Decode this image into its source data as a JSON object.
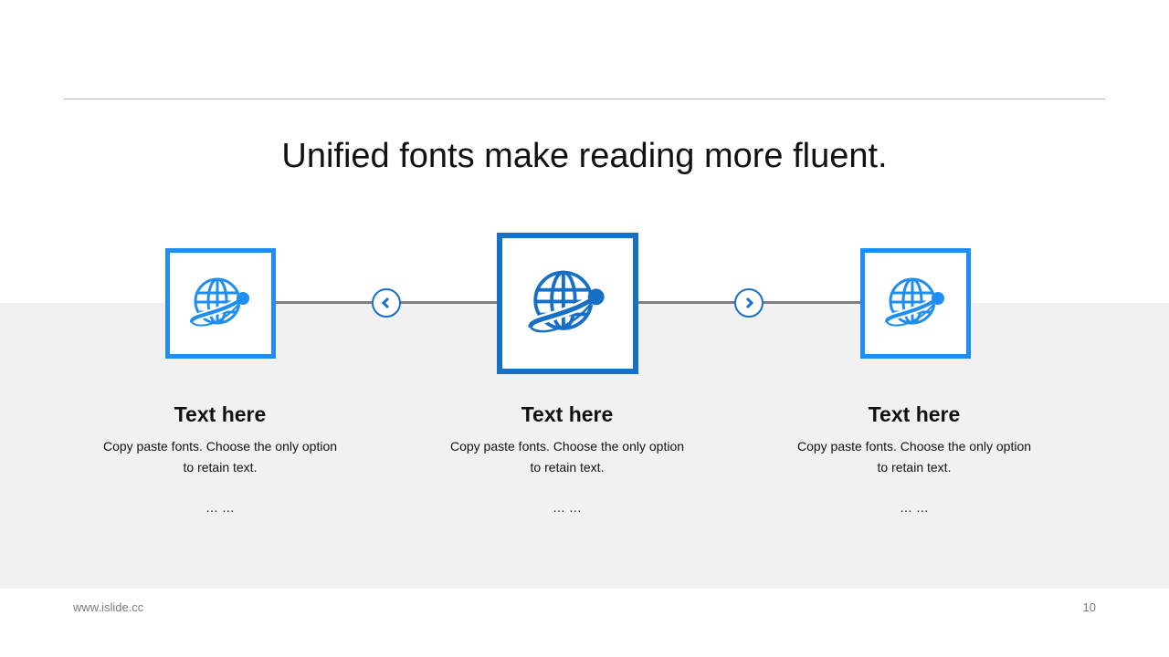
{
  "slide": {
    "title": "Unified fonts make reading more fluent.",
    "items": [
      {
        "heading": "Text here",
        "body_line1": "Copy paste fonts. Choose the only option",
        "body_line2": "to retain text.",
        "ellipsis": "… …"
      },
      {
        "heading": "Text here",
        "body_line1": "Copy paste fonts. Choose the only option",
        "body_line2": "to retain text.",
        "ellipsis": "… …"
      },
      {
        "heading": "Text here",
        "body_line1": "Copy paste fonts. Choose the only option",
        "body_line2": "to retain text.",
        "ellipsis": "… …"
      }
    ],
    "icons": {
      "item_icon": "globe-orbit-icon",
      "prev": "chevron-left-icon",
      "next": "chevron-right-icon"
    }
  },
  "footer": {
    "website": "www.islide.cc",
    "page_number": "10"
  },
  "colors": {
    "accent_light": "#1e8ef2",
    "accent_dark": "#1670c6",
    "band": "#f1f1f1",
    "connector": "#7f7f7f"
  }
}
